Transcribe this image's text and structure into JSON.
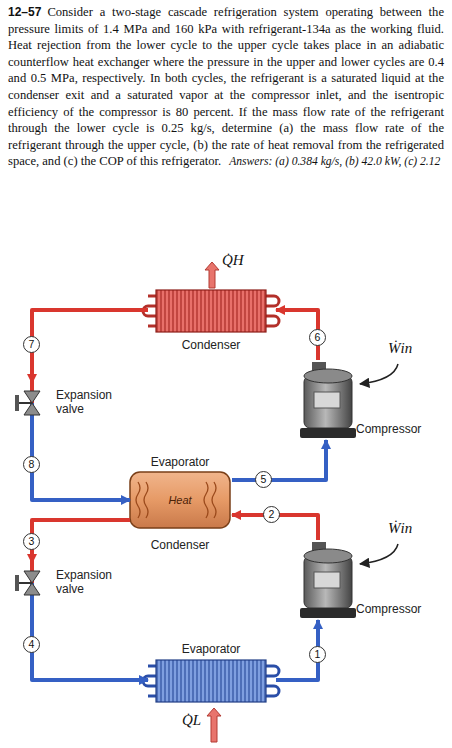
{
  "diagram": {
    "nodes": [
      {
        "text": [
          "Condenser"
        ]
      },
      {
        "text": [
          "Compressor"
        ]
      },
      {
        "text": [
          "Expansion valve"
        ]
      },
      {
        "text": [
          "Evaporator",
          "Heat",
          "Condenser"
        ]
      },
      {
        "text": [
          "Compressor"
        ]
      },
      {
        "text": [
          "Expansion valve"
        ]
      },
      {
        "text": [
          "Evaporator"
        ]
      }
    ],
    "edges": [
      {
        "from": 1,
        "to": 0,
        "label": "6",
        "arrow": "to"
      },
      {
        "from": 0,
        "to": 2,
        "label": "7",
        "arrow": "to"
      },
      {
        "from": 2,
        "to": 3,
        "label": "8",
        "arrow": "to"
      },
      {
        "from": 3,
        "to": 1,
        "label": "5",
        "arrow": "to"
      },
      {
        "from": 4,
        "to": 3,
        "label": "2",
        "arrow": "to"
      },
      {
        "from": 3,
        "to": 5,
        "label": "3",
        "arrow": "to"
      },
      {
        "from": 5,
        "to": 6,
        "label": "4",
        "arrow": "to"
      },
      {
        "from": 6,
        "to": 4,
        "label": "1",
        "arrow": "to"
      }
    ],
    "labels": [
      "12–57",
      "Consider a two-stage cascade refrigeration system operating between the pressure limits of 1.4 MPa and 160 kPa with refrigerant-134a as the working fluid. Heat rejection from the lower cycle to the upper cycle takes place in an adiabatic counterflow heat exchanger where the pressure in the upper and lower cycles are 0.4 and 0.5 MPa, respectively. In both cycles, the refrigerant is a saturated liquid at the condenser exit and a saturated vapor at the compressor inlet, and the isentropic efficiency of the compressor is 80 percent. If the mass flow rate of the refrigerant through the lower cycle is 0.25 kg/s, determine (a) the mass flow rate of the refrigerant through the upper cycle, (b) the rate of heat removal from the refrigerated space, and (c) the COP of this refrigerator.",
      "Answers: (a) 0.384 kg/s, (b) 42.0 kW, (c) 2.12",
      "Q̇H",
      "Ẇin",
      "Ẇin",
      "Q̇L"
    ]
  }
}
